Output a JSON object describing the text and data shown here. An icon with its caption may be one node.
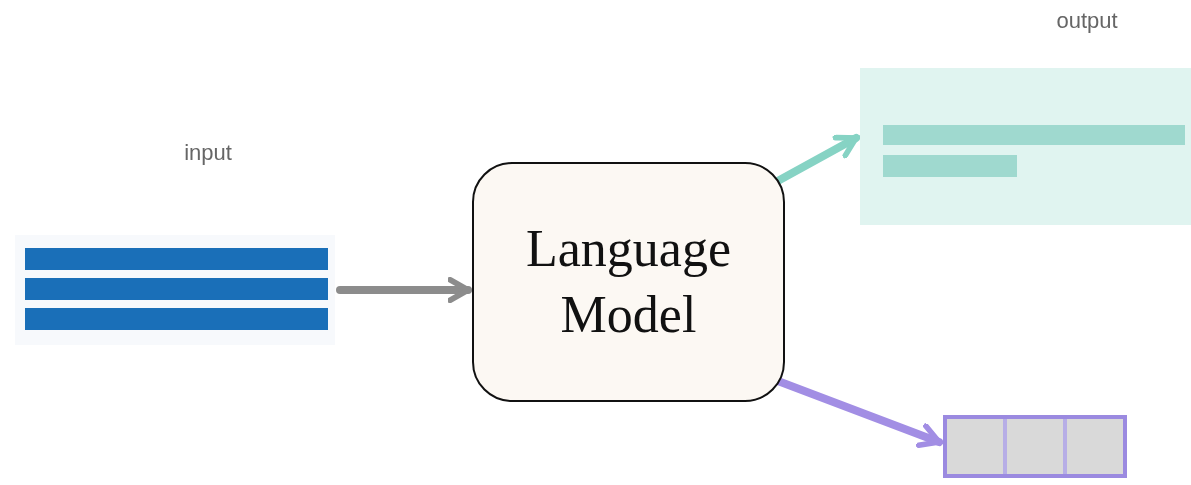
{
  "diagram": {
    "nodes": [
      {
        "text": [
          "input"
        ]
      },
      {
        "text": [
          "Language Model"
        ]
      },
      {
        "text": [
          "output"
        ]
      },
      {
        "text": [],
        "shape": "box"
      }
    ],
    "edges": [
      {
        "from": 0,
        "to": 1,
        "arrow": "to"
      },
      {
        "from": 1,
        "to": 2,
        "arrow": "to",
        "color": "#86d3c4"
      },
      {
        "from": 1,
        "to": 3,
        "arrow": "to",
        "color": "#a28ee4"
      }
    ]
  }
}
